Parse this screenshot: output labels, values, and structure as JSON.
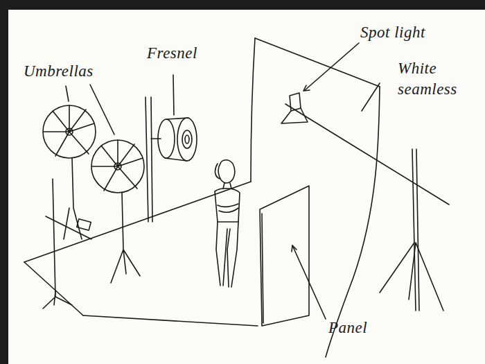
{
  "diagram": {
    "labels": [
      "Umbrellas",
      "Fresnel",
      "Spot light",
      "White seamless",
      "Panel"
    ]
  }
}
